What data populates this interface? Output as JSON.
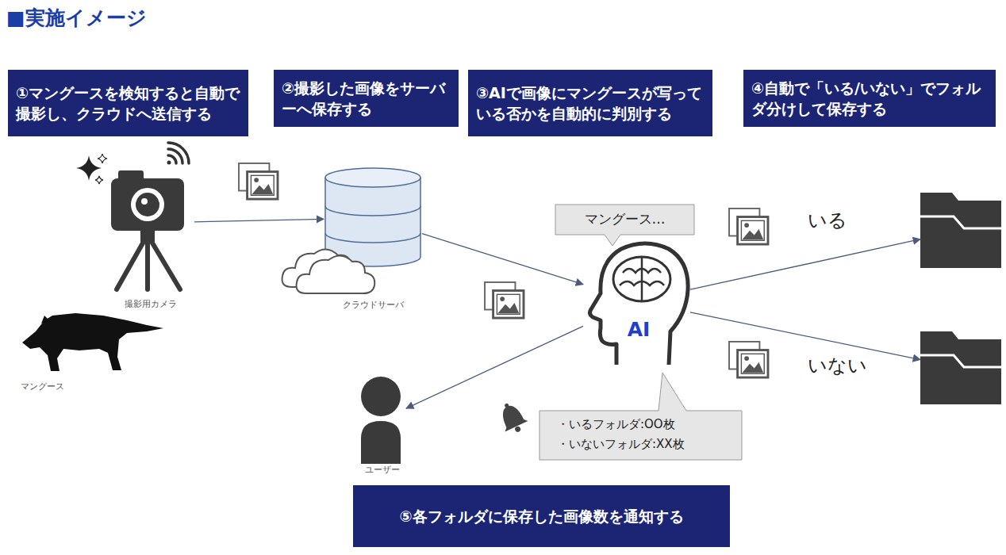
{
  "diagram": {
    "title": "■実施イメージ",
    "nodes": [
      {
        "text": [
          "①マングースを検知すると自動で撮影し、クラウドへ送信する"
        ]
      },
      {
        "text": [
          "②撮影した画像をサーバーへ保存する"
        ]
      },
      {
        "text": [
          "③AIで画像にマングースが写っている否かを自動的に判別する"
        ]
      },
      {
        "text": [
          "④自動で「いる/いない」でフォルダ分けして保存する"
        ]
      },
      {
        "text": [
          "撮影用カメラ"
        ]
      },
      {
        "text": [
          "クラウドサーバ"
        ]
      },
      {
        "text": [
          "マングース…"
        ]
      },
      {
        "text": [
          "AI"
        ]
      },
      {
        "text": [
          "いる"
        ]
      },
      {
        "text": [
          "いない"
        ]
      },
      {
        "text": [
          "ユーザー"
        ]
      },
      {
        "text": [
          "・いるフォルダ:OO枚",
          "・いないフォルダ:XX枚"
        ]
      },
      {
        "text": [
          "⑤各フォルダに保存した画像数を通知する"
        ]
      }
    ],
    "edges": [
      {
        "from": 4,
        "to": 5,
        "arrow": "to"
      },
      {
        "from": 5,
        "to": 7,
        "arrow": "to"
      },
      {
        "from": 7,
        "to": 8,
        "arrow": "to"
      },
      {
        "from": 7,
        "to": 9,
        "arrow": "to"
      },
      {
        "from": 7,
        "to": 10,
        "arrow": "to"
      }
    ],
    "labels": [
      "マングース"
    ]
  }
}
